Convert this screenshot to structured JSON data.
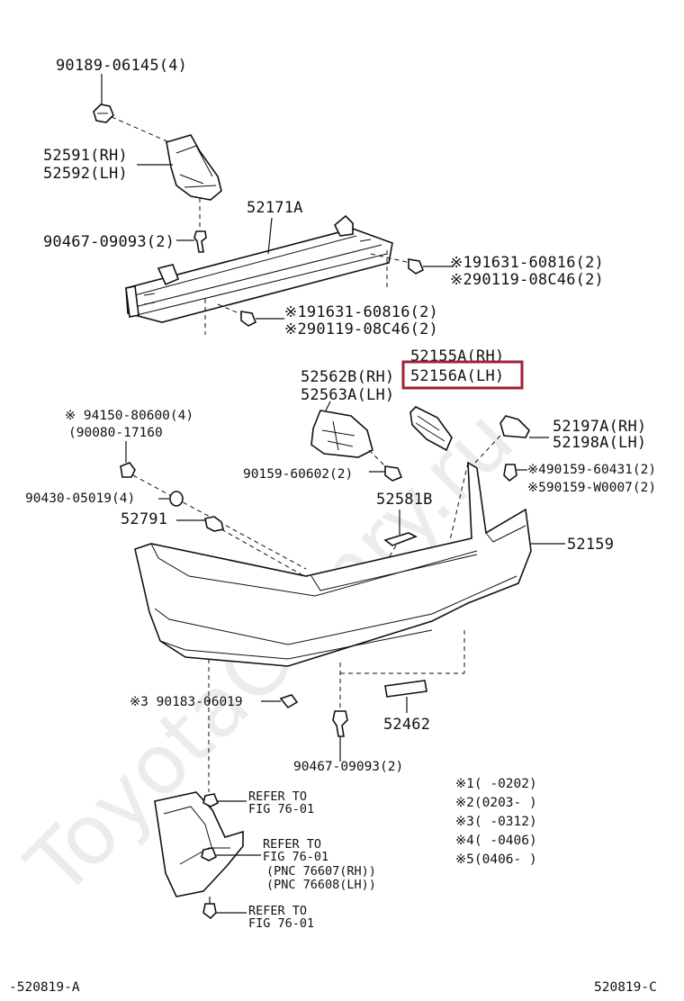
{
  "watermark": "ToyotaCamry.ru",
  "highlight_color": "#a0203a",
  "labels": {
    "p1": "90189-06145(4)",
    "p2a": "52591(RH)",
    "p2b": "52592(LH)",
    "p3": "52171A",
    "p4": "90467-09093(2)",
    "p5a": "※191631-60816(2)",
    "p5b": "※290119-08C46(2)",
    "p6a": "※191631-60816(2)",
    "p6b": "※290119-08C46(2)",
    "p7a": "52155A(RH)",
    "p7b": "52156A(LH)",
    "p8a": "52562B(RH)",
    "p8b": "52563A(LH)",
    "p9a": "※ 94150-80600(4)",
    "p9b": "(90080-17160",
    "p10a": "52197A(RH)",
    "p10b": "52198A(LH)",
    "p11": "90159-60602(2)",
    "p12a": "※490159-60431(2)",
    "p12b": "※590159-W0007(2)",
    "p13": "90430-05019(4)",
    "p14": "52581B",
    "p15": "52791",
    "p16": "52159",
    "p17": "※3 90183-06019",
    "p18": "52462",
    "p19": "90467-09093(2)",
    "ref1a": "REFER TO",
    "ref1b": "FIG 76-01",
    "ref2a": "REFER TO",
    "ref2b": "FIG 76-01",
    "ref2c": "(PNC 76607(RH))",
    "ref2d": "(PNC 76608(LH))",
    "ref3a": "REFER TO",
    "ref3b": "FIG 76-01"
  },
  "legend": [
    "※1(     -0202)",
    "※2(0203-     )",
    "※3(     -0312)",
    "※4(     -0406)",
    "※5(0406-     )"
  ],
  "footer": {
    "left": "-520819-A",
    "right": "520819-C"
  }
}
